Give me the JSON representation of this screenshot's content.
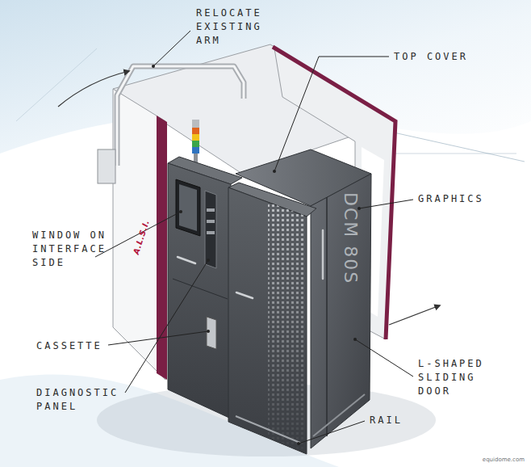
{
  "diagram": {
    "labels": [
      "RELOCATE EXISTING ARM",
      "TOP COVER",
      "GRAPHICS",
      "WINDOW ON INTERFACE SIDE",
      "CASSETTE",
      "DIAGNOSTIC PANEL",
      "RAIL",
      "L-SHAPED SLIDING DOOR",
      "A.L.S.I.",
      "DCM 80S",
      "equidome.com"
    ]
  }
}
